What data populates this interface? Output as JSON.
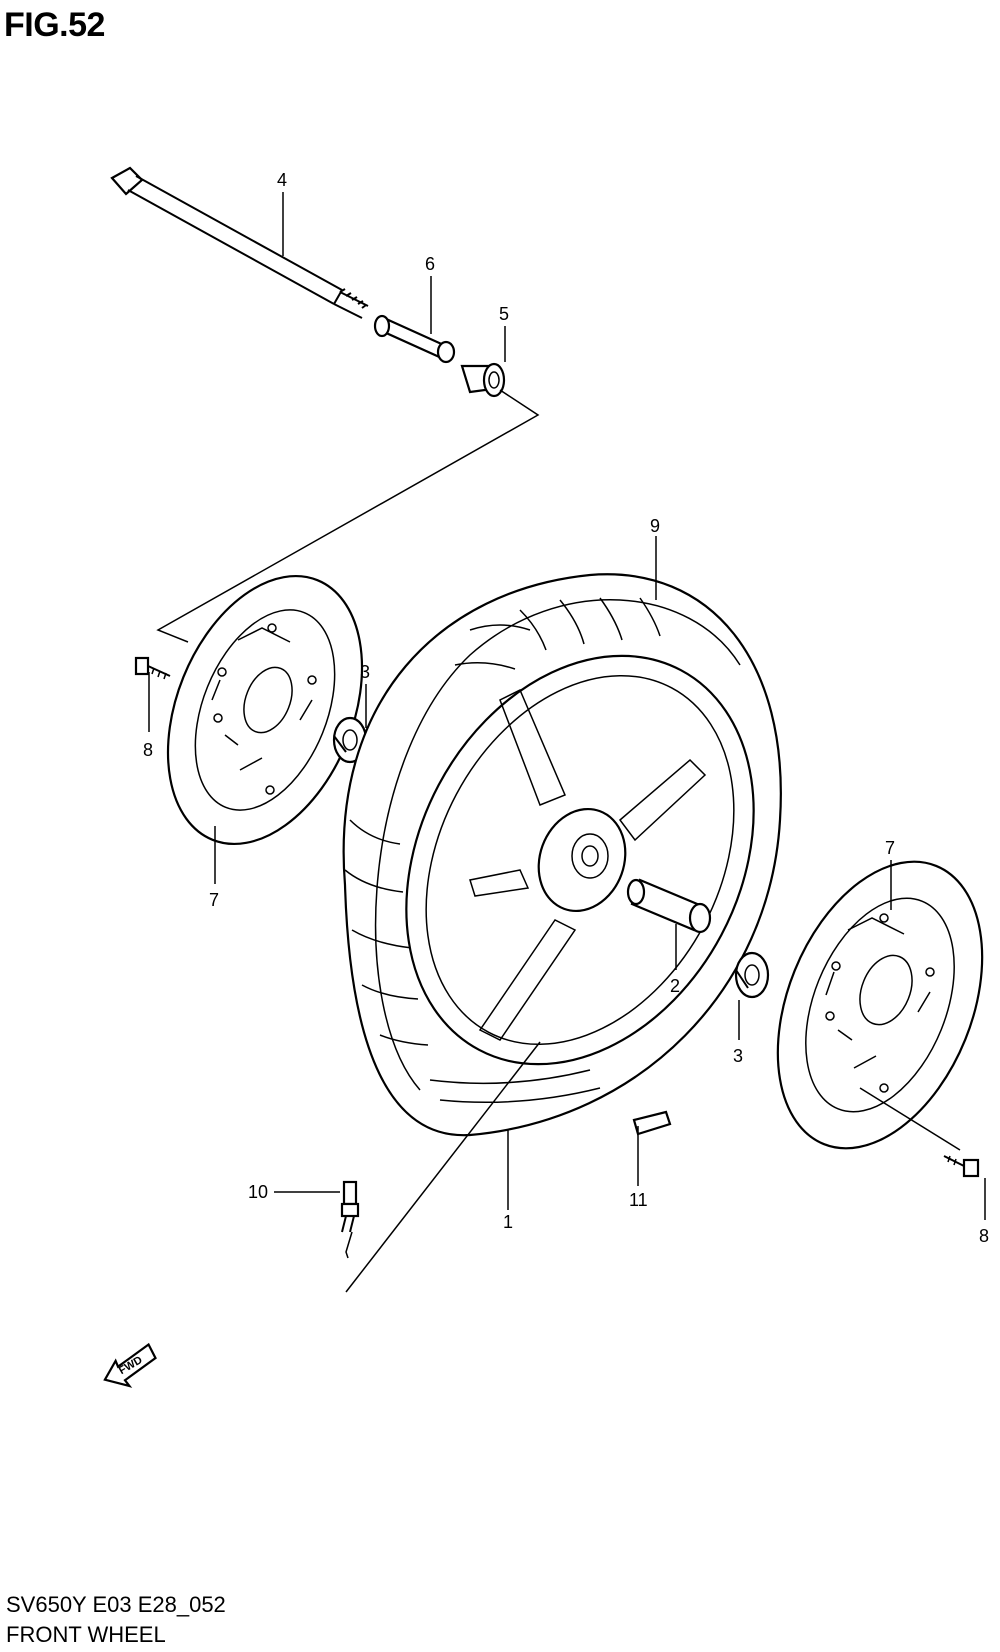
{
  "header": {
    "figure_label": "FIG.52"
  },
  "footer": {
    "model_code": "SV650Y E03 E28_052",
    "section_name": "FRONT WHEEL"
  },
  "callouts": [
    "4",
    "6",
    "5",
    "9",
    "3",
    "8",
    "7",
    "7",
    "2",
    "3",
    "10",
    "1",
    "11",
    "8"
  ],
  "fwd_label": "FWD"
}
